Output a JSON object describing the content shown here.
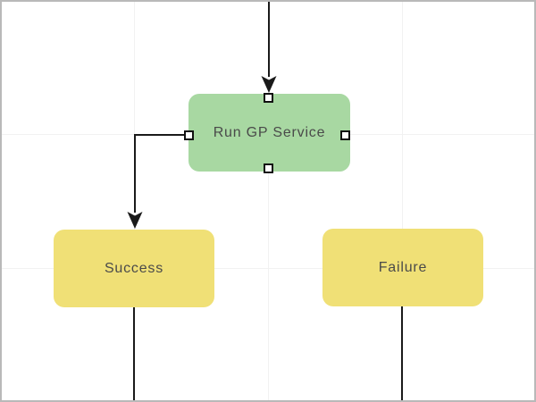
{
  "diagram": {
    "description": "Flowchart diagram canvas with one selected process node and two outcome nodes",
    "nodes": [
      {
        "id": "run-gp-service",
        "label": "Run GP Service",
        "type": "process",
        "fill": "#a8d8a2",
        "selected": true
      },
      {
        "id": "success",
        "label": "Success",
        "type": "outcome",
        "fill": "#f0e076",
        "selected": false
      },
      {
        "id": "failure",
        "label": "Failure",
        "type": "outcome",
        "fill": "#f0e076",
        "selected": false
      }
    ],
    "edges": [
      {
        "from": "offscreen-top",
        "to": "run-gp-service",
        "arrowhead": true,
        "route": "straight-down"
      },
      {
        "from": "run-gp-service",
        "to": "success",
        "arrowhead": true,
        "route": "left-elbow-down"
      },
      {
        "from": "success",
        "to": "offscreen-bottom",
        "arrowhead": false,
        "route": "straight-down"
      },
      {
        "from": "failure",
        "to": "offscreen-bottom",
        "arrowhead": false,
        "route": "straight-down"
      }
    ],
    "selection_handles": [
      "top",
      "left",
      "right",
      "bottom"
    ],
    "colors": {
      "background": "#ffffff",
      "frame_border": "#b9b9b9",
      "grid_line": "#f1f1f1",
      "connector": "#1a1a1a",
      "node_text": "#4a4a4a",
      "process_node_fill": "#a8d8a2",
      "outcome_node_fill": "#f0e076",
      "handle_fill": "#ffffff",
      "handle_border": "#111111"
    }
  }
}
